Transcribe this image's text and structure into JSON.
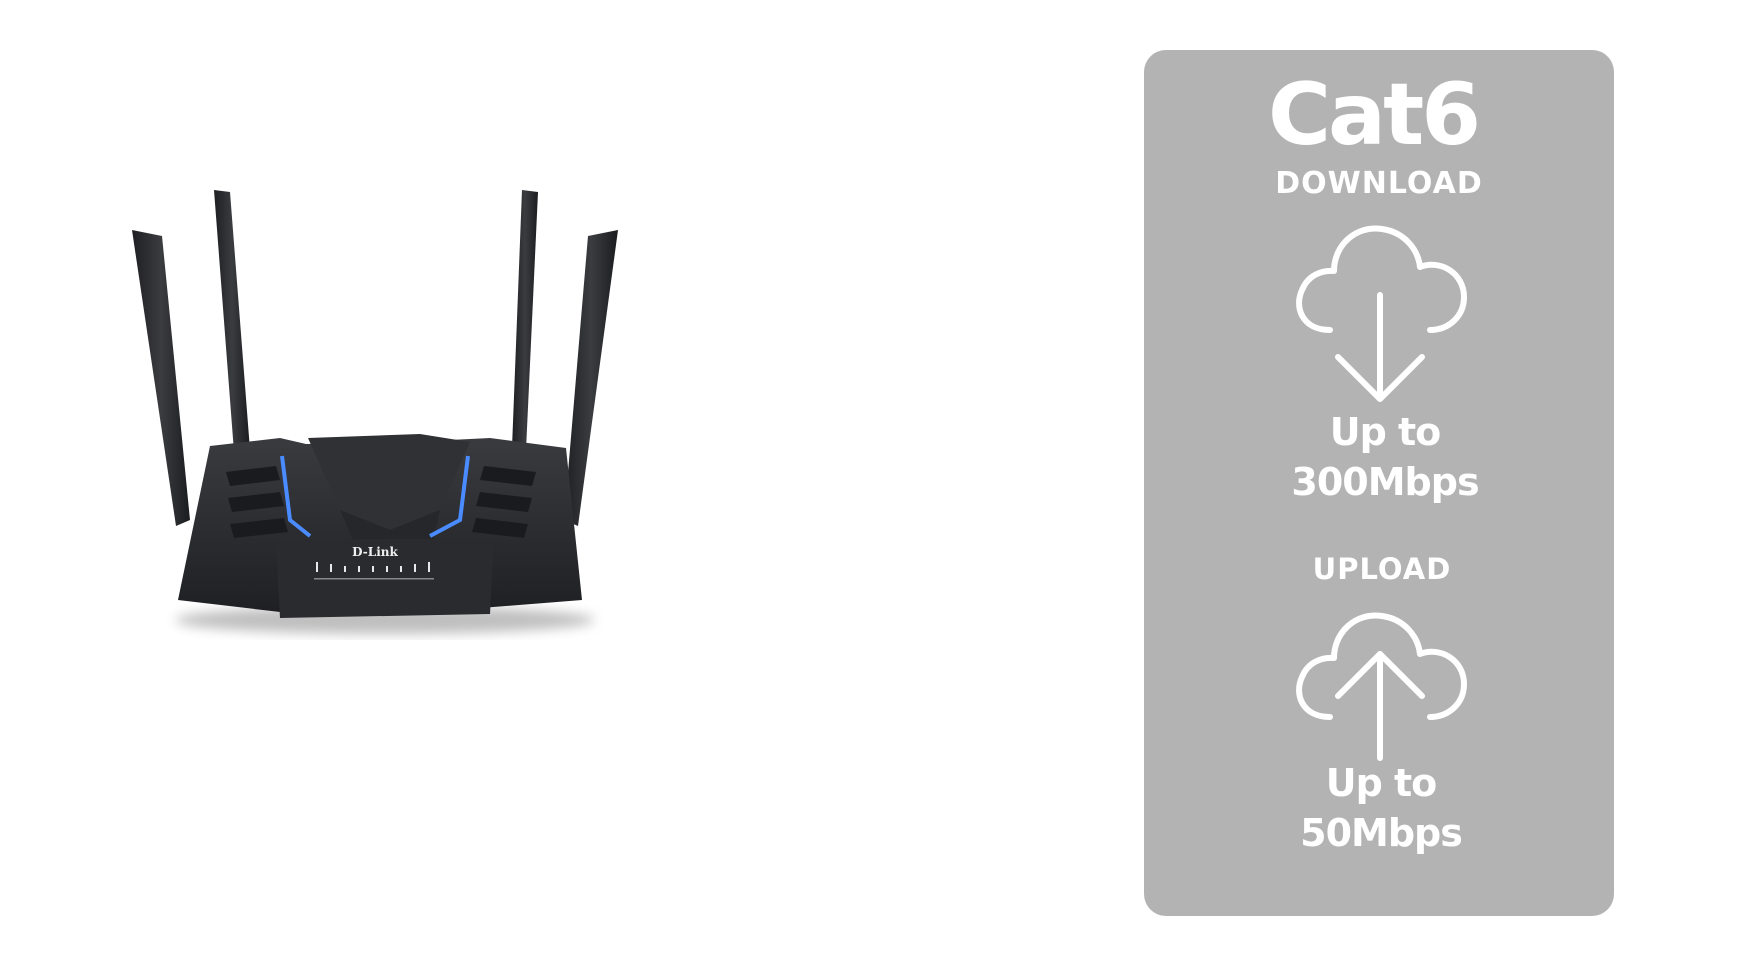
{
  "router": {
    "brand": "D-Link",
    "led_color": "#4a8cff",
    "body_color": "#2b2c2f"
  },
  "panel": {
    "background": "#b3b3b3",
    "title": "Cat6",
    "download": {
      "label": "DOWNLOAD",
      "icon": "cloud-download-icon",
      "line1": "Up to",
      "line2": "300Mbps"
    },
    "upload": {
      "label": "UPLOAD",
      "icon": "cloud-upload-icon",
      "line1": "Up to",
      "line2": "50Mbps"
    }
  }
}
